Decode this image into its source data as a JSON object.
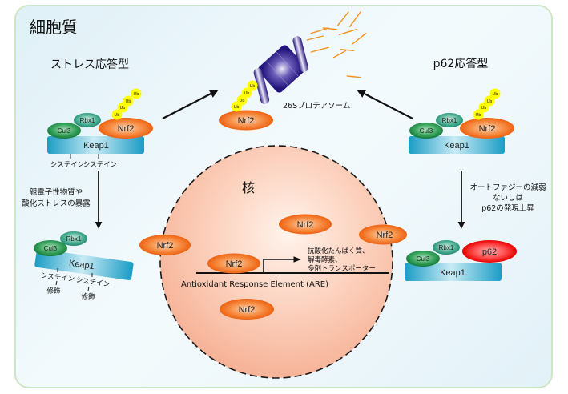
{
  "diagram": {
    "cytoplasm_label": "細胞質",
    "nucleus_label": "核",
    "stress_pathway_title": "ストレス応答型",
    "p62_pathway_title": "p62応答型",
    "proteasome_label": "26Sプロテアソーム",
    "are_label": "Antioxidant Response Element (ARE)"
  },
  "proteins": {
    "nrf2": "Nrf2",
    "keap1": "Keap1",
    "cul3": "Cul3",
    "rbx1": "Rbx1",
    "ub": "Ub",
    "p62": "p62"
  },
  "cysteine": {
    "label": "システイン",
    "modification": "修飾"
  },
  "stress_trigger": {
    "line1": "親電子性物質や",
    "line2": "酸化ストレスの暴露"
  },
  "p62_trigger": {
    "line1": "オートファジーの減弱",
    "line2": "ないしは",
    "line3": "p62の発現上昇"
  },
  "target_genes": {
    "line1": "抗酸化たんぱく質、",
    "line2": "解毒酵素、",
    "line3": "多剤トランスポーター"
  },
  "colors": {
    "nucleus_center": "#fff3ec",
    "nucleus_mid": "#fcd3c0",
    "nucleus_edge": "#f6b398",
    "nrf2_center": "#fcd6b8",
    "nrf2_mid": "#f7934c",
    "nrf2_edge": "#ee6210",
    "keap1_edge": "#1b9cc5",
    "keap1_center": "#c8ebf5",
    "cul3_center": "#a9e2bb",
    "cul3_mid": "#3ca660",
    "cul3_edge": "#137a37",
    "rbx1_center": "#cdeee2",
    "rbx1_mid": "#54b49a",
    "rbx1_edge": "#1f8a6f",
    "p62_center": "#ffb4b4",
    "p62_mid": "#ff4a4a",
    "p62_edge": "#e60000",
    "ub": "#ffff00",
    "proteasome_center": "#ece8f8",
    "proteasome_mid": "#6a5cb8",
    "proteasome_edge": "#22137a",
    "fragment": "#f5901e"
  }
}
